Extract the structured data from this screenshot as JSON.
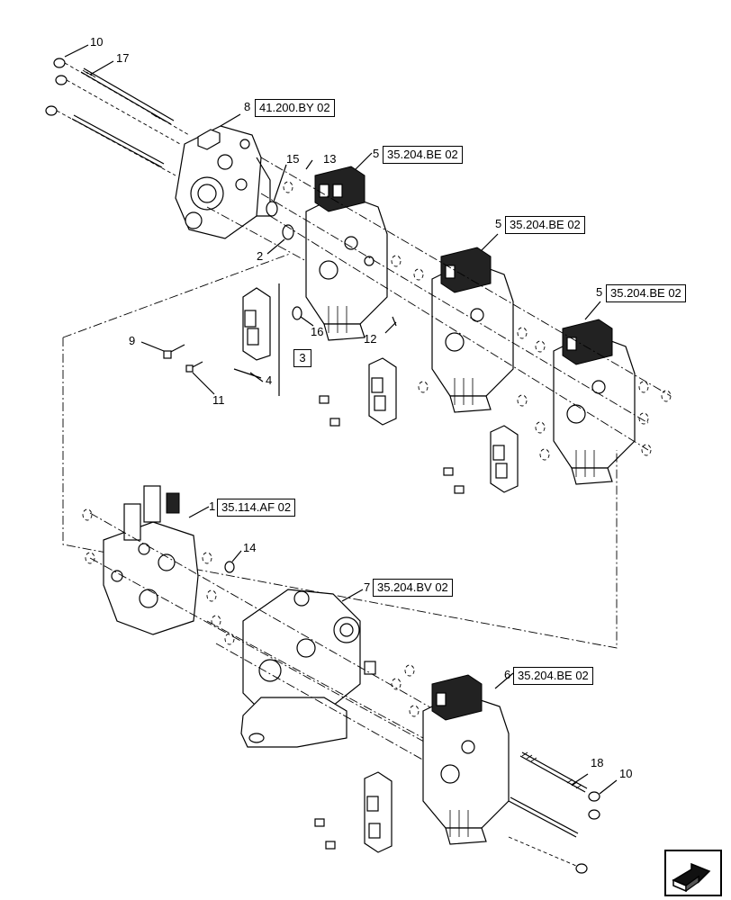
{
  "diagram": {
    "refs": {
      "r8": "41.200.BY 02",
      "r5a": "35.204.BE 02",
      "r5b": "35.204.BE 02",
      "r5c": "35.204.BE 02",
      "r1": "35.114.AF 02",
      "r7": "35.204.BV 02",
      "r6": "35.204.BE 02"
    },
    "callouts": {
      "c10a": "10",
      "c17": "17",
      "c8": "8",
      "c15": "15",
      "c13": "13",
      "c5a": "5",
      "c5b": "5",
      "c5c": "5",
      "c2": "2",
      "c16": "16",
      "c12": "12",
      "c9": "9",
      "c3": "3",
      "c4": "4",
      "c11": "11",
      "c1": "1",
      "c14": "14",
      "c7": "7",
      "c6": "6",
      "c18": "18",
      "c10b": "10"
    },
    "icons": [
      "next-page-arrow-icon"
    ]
  }
}
